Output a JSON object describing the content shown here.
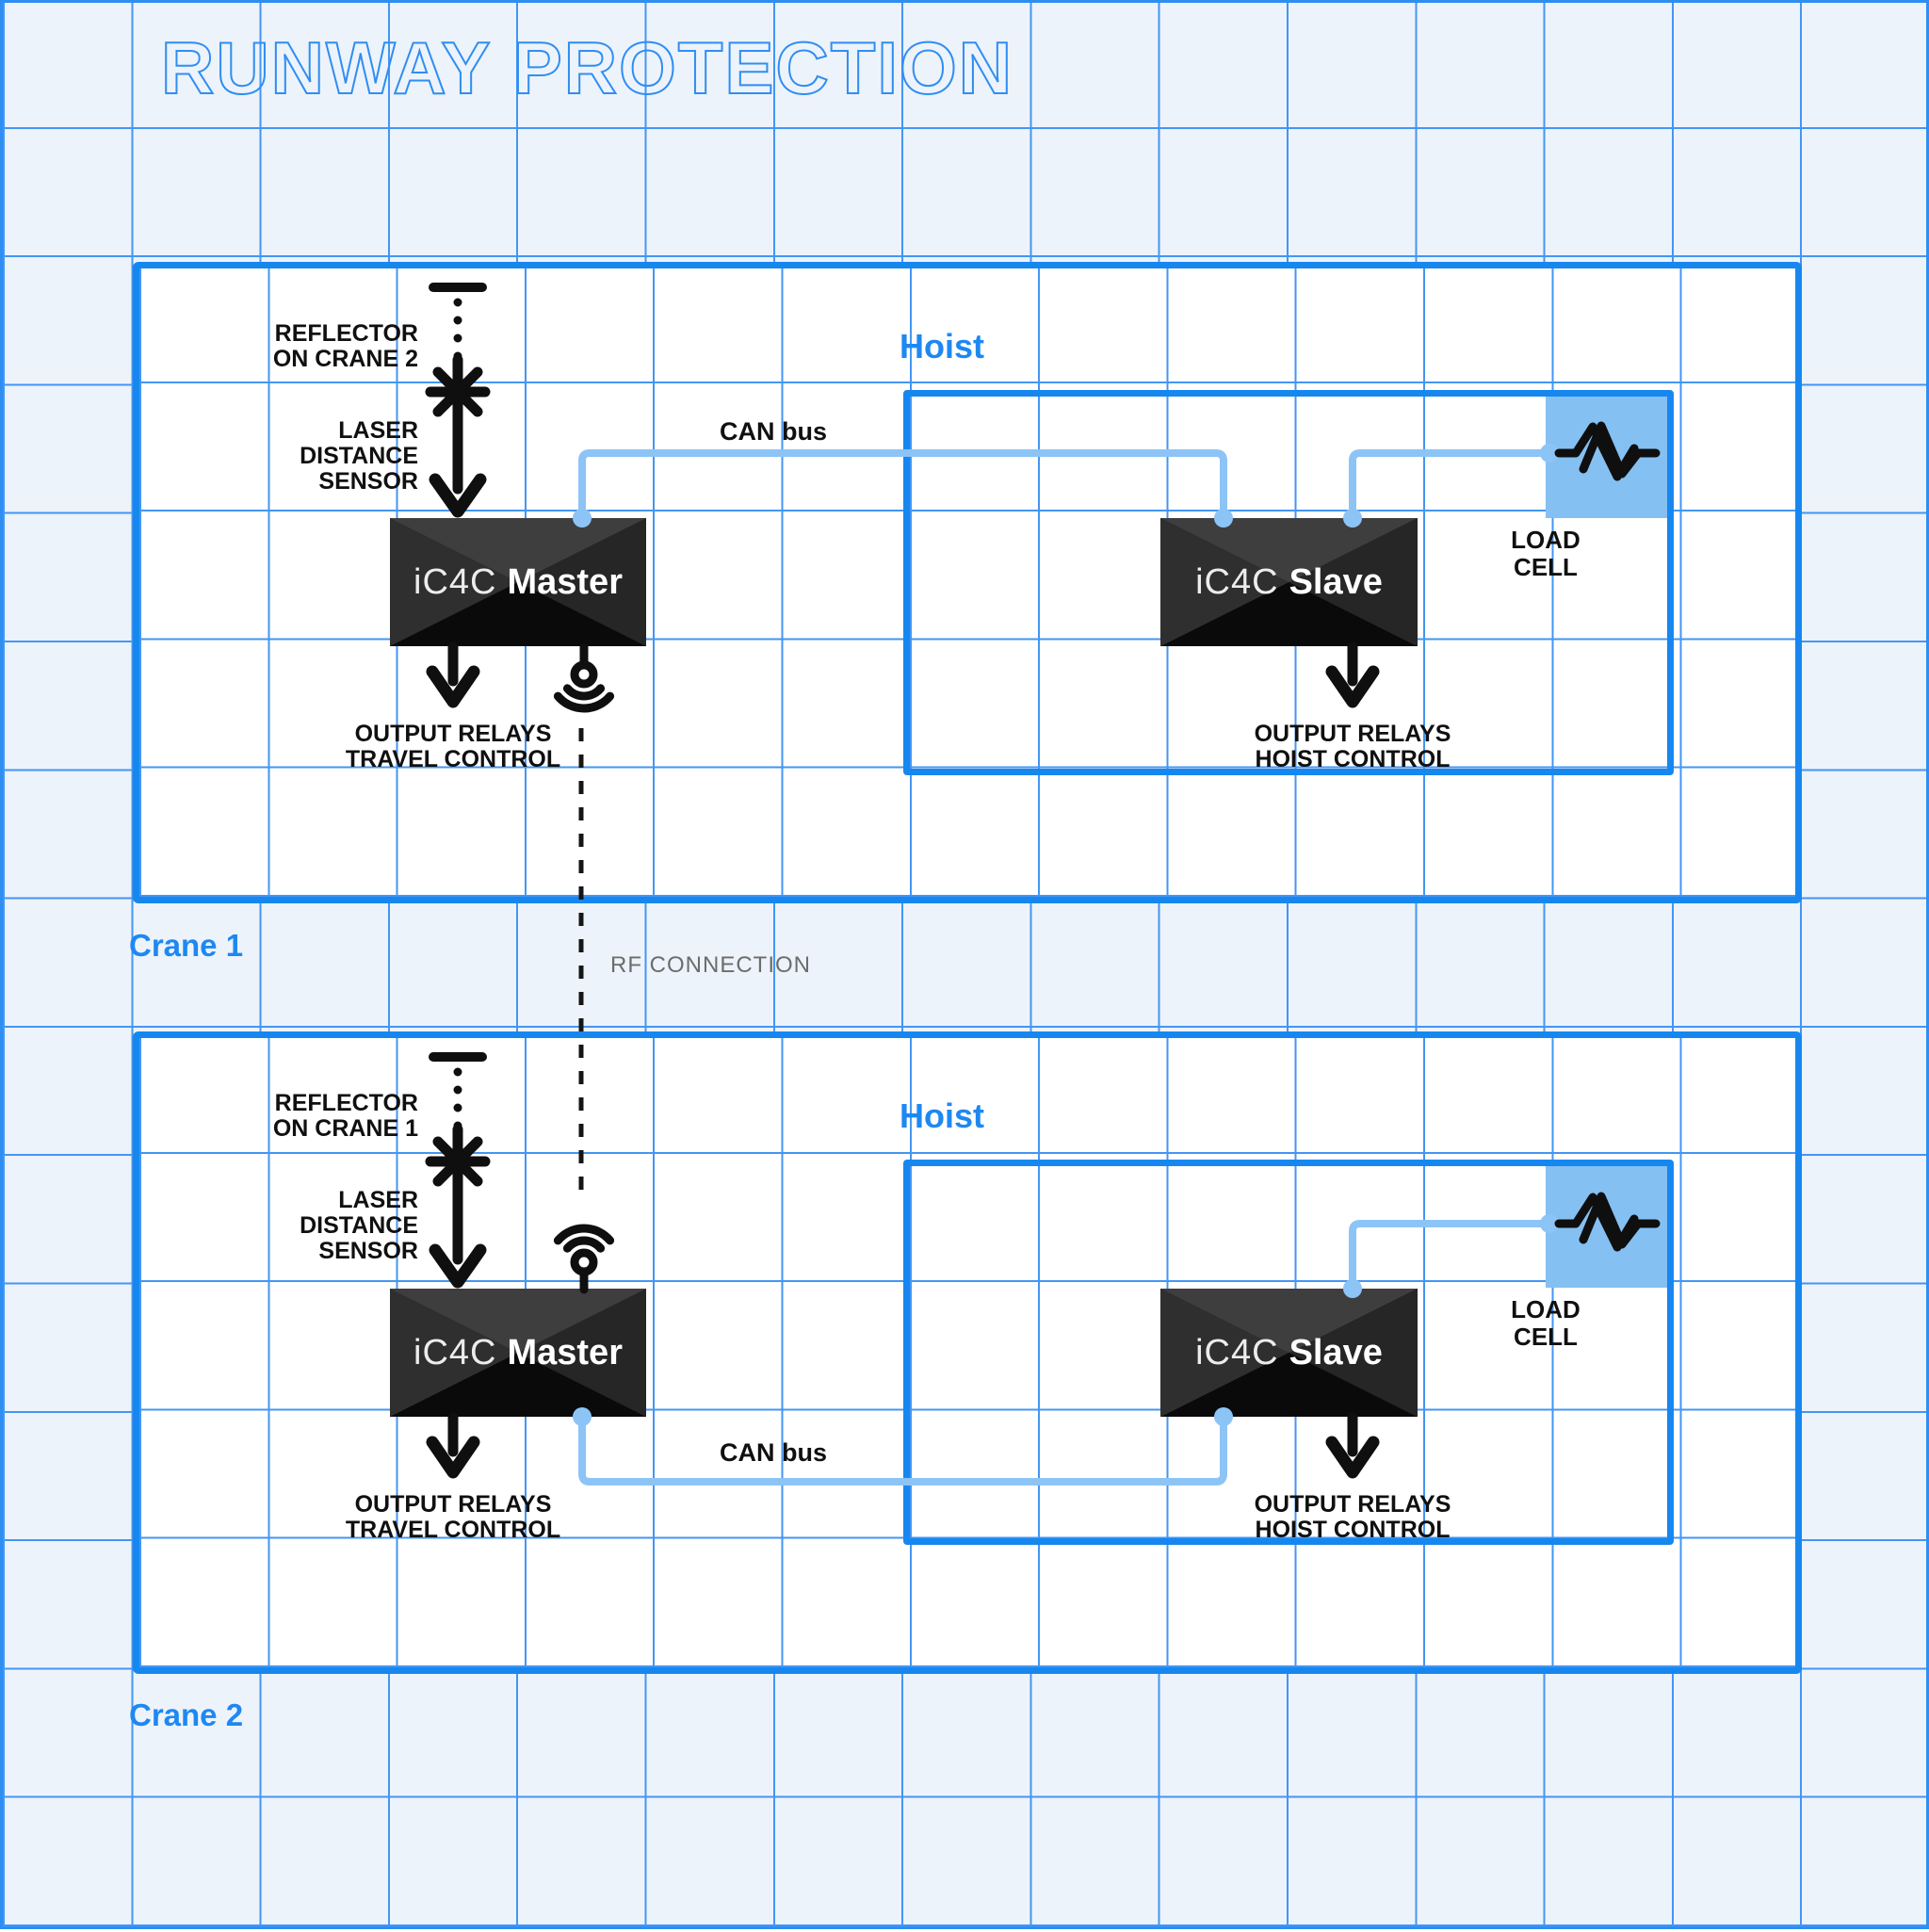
{
  "title": "RUNWAY PROTECTION",
  "rf_label": "RF CONNECTION",
  "colors": {
    "accent_blue": "#1787f0",
    "label_blue": "#1e88f2",
    "grid_blue": "#4396f3",
    "canvas_bg": "#edf3fb",
    "connector_light_blue": "#8dc4f6",
    "load_cell_fill": "#85c0f2",
    "rf_label_gray": "#6c6c6c",
    "device_dark": "#1c1c1c"
  },
  "icons": {
    "reflector": "reflector-bar-icon",
    "laser": "laser-star-icon",
    "antenna": "rf-antenna-icon",
    "load_cell": "load-cell-zigzag-icon",
    "arrow": "down-arrow-icon"
  },
  "cranes": [
    {
      "label": "Crane 1",
      "hoist_label": "Hoist",
      "reflector_lines": [
        "REFLECTOR",
        "ON CRANE 2"
      ],
      "laser_lines": [
        "LASER",
        "DISTANCE",
        "SENSOR"
      ],
      "master": {
        "prefix": "iC4C",
        "name": "Master"
      },
      "slave": {
        "prefix": "iC4C",
        "name": "Slave"
      },
      "can_label": "CAN bus",
      "master_output_lines": [
        "OUTPUT RELAYS",
        "TRAVEL CONTROL"
      ],
      "slave_output_lines": [
        "OUTPUT RELAYS",
        "HOIST CONTROL"
      ],
      "load_cell_lines": [
        "LOAD",
        "CELL"
      ]
    },
    {
      "label": "Crane 2",
      "hoist_label": "Hoist",
      "reflector_lines": [
        "REFLECTOR",
        "ON CRANE 1"
      ],
      "laser_lines": [
        "LASER",
        "DISTANCE",
        "SENSOR"
      ],
      "master": {
        "prefix": "iC4C",
        "name": "Master"
      },
      "slave": {
        "prefix": "iC4C",
        "name": "Slave"
      },
      "can_label": "CAN bus",
      "master_output_lines": [
        "OUTPUT RELAYS",
        "TRAVEL CONTROL"
      ],
      "slave_output_lines": [
        "OUTPUT RELAYS",
        "HOIST CONTROL"
      ],
      "load_cell_lines": [
        "LOAD",
        "CELL"
      ]
    }
  ]
}
